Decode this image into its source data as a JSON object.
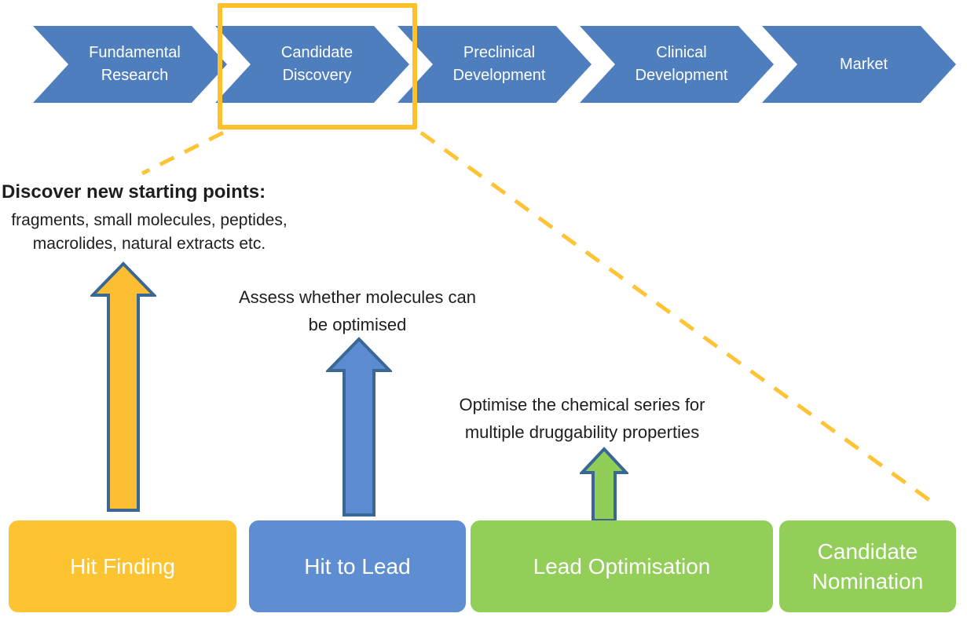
{
  "pipeline": {
    "stages": [
      {
        "line1": "Fundamental",
        "line2": "Research"
      },
      {
        "line1": "Candidate",
        "line2": "Discovery"
      },
      {
        "line1": "Preclinical",
        "line2": "Development"
      },
      {
        "line1": "Clinical",
        "line2": "Development"
      },
      {
        "line1": "Market",
        "line2": ""
      }
    ],
    "highlighted_stage": "Candidate Discovery"
  },
  "annotations": {
    "hit_finding": {
      "heading": "Discover new starting points:",
      "line1": "fragments, small molecules, peptides,",
      "line2": "macrolides, natural extracts etc."
    },
    "hit_to_lead": {
      "line1": "Assess whether molecules can",
      "line2": "be optimised"
    },
    "lead_optimisation": {
      "line1": "Optimise the chemical series for",
      "line2": "multiple druggability properties"
    }
  },
  "phases": [
    {
      "label": "Hit Finding"
    },
    {
      "label": "Hit to Lead"
    },
    {
      "label": "Lead Optimisation"
    },
    {
      "label": "Candidate Nomination"
    }
  ],
  "colors": {
    "chevron_blue": "#4E7EBD",
    "highlight_gold": "#FFC12B",
    "dash_gold": "#FFC336",
    "arrow_yellow_fill": "#FCBE32",
    "arrow_blue_fill": "#5C8BD2",
    "arrow_green_fill": "#90CE58",
    "arrow_outline": "#3A6793",
    "phase_yellow": "#FDC330",
    "phase_blue": "#5E8DD1",
    "phase_green": "#92CE58"
  }
}
